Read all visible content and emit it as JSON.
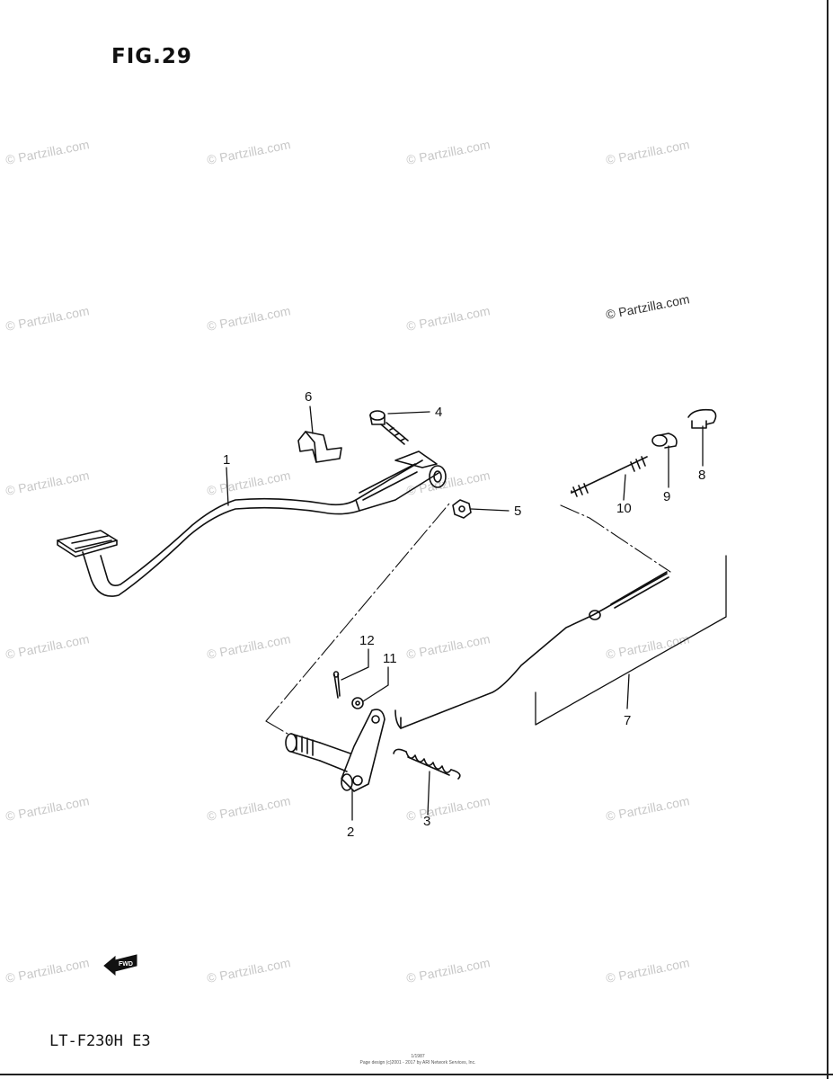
{
  "figure_label": "FIG.29",
  "model_code": "LT-F230H E3",
  "watermark_text": "© Partzilla.com",
  "footer_lines": [
    "1/1987",
    "Page design (c)2001 - 2017 by ARI Network Services, Inc."
  ],
  "fwd_label": "FWD",
  "callouts": [
    "1",
    "2",
    "3",
    "4",
    "5",
    "6",
    "7",
    "8",
    "9",
    "10",
    "11",
    "12"
  ],
  "colors": {
    "ink": "#111111",
    "watermark": "#c8c8c8",
    "paper": "#ffffff"
  }
}
